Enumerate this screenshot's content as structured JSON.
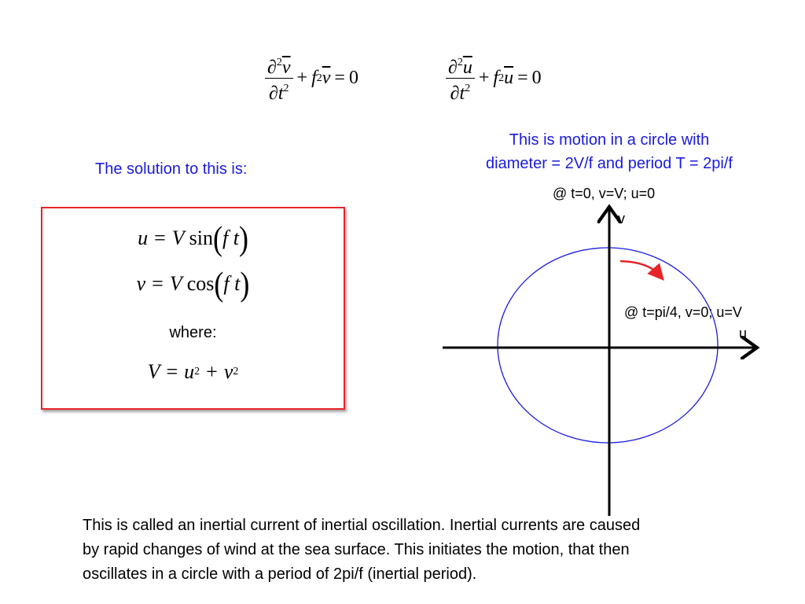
{
  "equations": {
    "v_equation": {
      "num_d": "∂",
      "num_sup": "2",
      "num_var": "v",
      "den": "∂t",
      "den_sup": "2",
      "plus": "+",
      "coef": "f",
      "coef_sup": "2",
      "var": "v",
      "eq": "=",
      "rhs": "0"
    },
    "u_equation": {
      "num_d": "∂",
      "num_sup": "2",
      "num_var": "u",
      "den": "∂t",
      "den_sup": "2",
      "plus": "+",
      "coef": "f",
      "coef_sup": "2",
      "var": "u",
      "eq": "=",
      "rhs": "0"
    }
  },
  "solution_label": "The solution to this is:",
  "solution_box": {
    "border_color": "#e8232a",
    "u_line": {
      "lhs": "u",
      "eq": "=",
      "amp": "V",
      "fn": "sin",
      "arg_f": "f",
      "arg_t": "t"
    },
    "v_line": {
      "lhs": "v",
      "eq": "=",
      "amp": "V",
      "fn": "cos",
      "arg_f": "f",
      "arg_t": "t"
    },
    "where": "where:",
    "V_line": {
      "lhs": "V",
      "eq": "=",
      "a": "u",
      "a_sup": "2",
      "plus": "+",
      "b": "v",
      "b_sup": "2"
    }
  },
  "motion_note": {
    "line1": "This is motion in a circle with",
    "line2": "diameter = 2V/f and period T = 2pi/f"
  },
  "diagram": {
    "label_t0": "@ t=0, v=V; u=0",
    "label_tpi4": "@ t=pi/4, v=0; u=V",
    "axis_v": "v",
    "axis_u": "u",
    "circle_color": "#1a1adf",
    "arrow_color": "#e8232a"
  },
  "bottom_text": {
    "line1": "This is called an inertial current of inertial oscillation. Inertial currents are caused",
    "line2": "by rapid changes of wind at the sea surface.  This initiates the motion, that then",
    "line3": "oscillates in a circle with a period of 2pi/f (inertial period)."
  },
  "colors": {
    "text_blue": "#1a1adf",
    "box_red": "#e8232a"
  }
}
